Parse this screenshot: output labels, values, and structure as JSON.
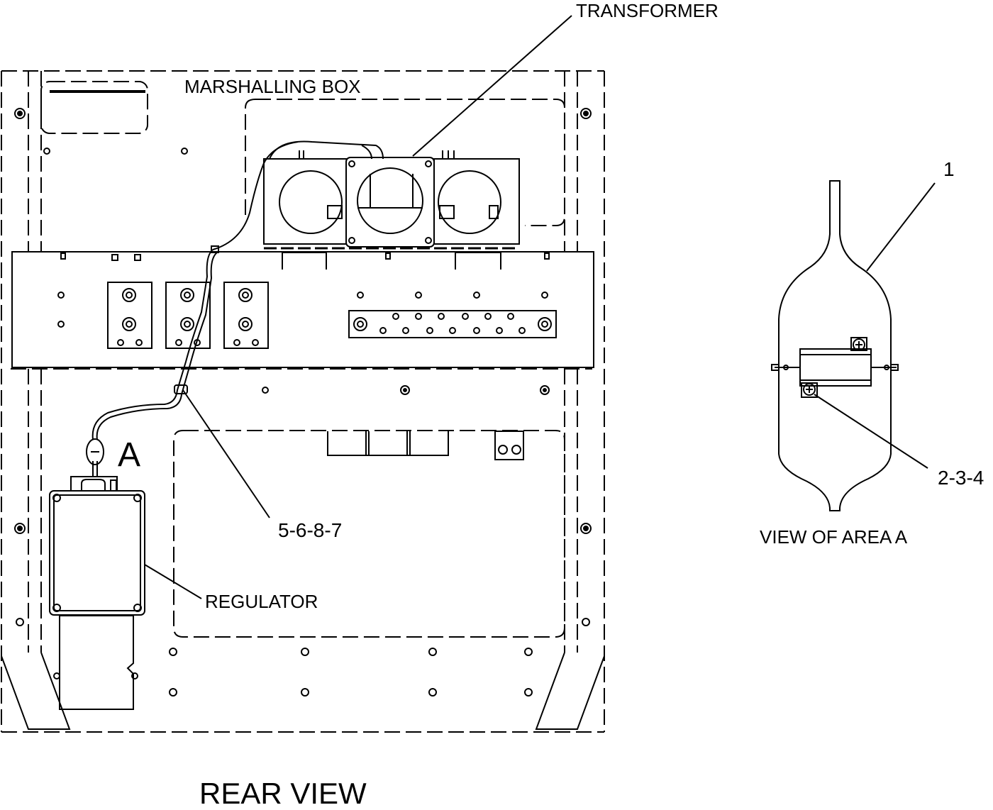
{
  "labels": {
    "transformer": "TRANSFORMER",
    "marshalling_box": "MARSHALLING BOX",
    "area_marker": "A",
    "callout_wire_clip": "5-6-8-7",
    "regulator": "REGULATOR",
    "rear_view": "REAR VIEW",
    "callout_item_1": "1",
    "callout_mount": "2-3-4",
    "view_of_area_a": "VIEW OF AREA A"
  },
  "colors": {
    "line": "#000000",
    "background": "#ffffff"
  }
}
